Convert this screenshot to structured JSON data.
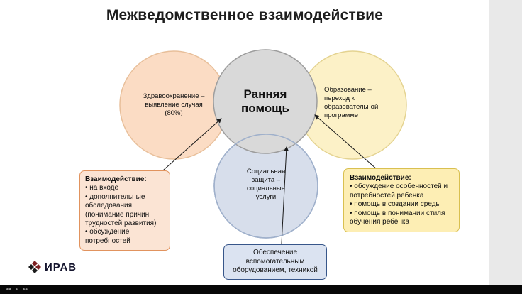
{
  "slide": {
    "title": "Межведомственное взаимодействие",
    "circles": {
      "health": {
        "label": "Здравоохранение – выявление случая (80%)"
      },
      "early_help": {
        "label": "Ранняя помощь"
      },
      "education": {
        "label": "Образование – переход к образовательной программе"
      },
      "social": {
        "label": "Социальная защита – социальные услуги"
      }
    },
    "callout_left": {
      "heading": "Взаимодействие:",
      "items": [
        "• на входе",
        "• дополнительные обследования (понимание причин трудностей развития)",
        "• обсуждение потребностей"
      ]
    },
    "callout_right": {
      "heading": "Взаимодействие:",
      "items": [
        "• обсуждение особенностей и потребностей ребенка",
        "• помощь в создании среды",
        "• помощь в понимании стиля обучения ребенка"
      ]
    },
    "equipment_box": {
      "text": "Обеспечение вспомогательным оборудованием, техникой"
    },
    "logo": {
      "text": "ИРАВ"
    }
  },
  "player": {
    "controls": [
      {
        "name": "rewind",
        "glyph": "◂◂"
      },
      {
        "name": "play",
        "glyph": "▸"
      },
      {
        "name": "forward",
        "glyph": "▸▸"
      }
    ]
  },
  "colors": {
    "health_fill": "#fbdcc4",
    "health_stroke": "#e8bf9a",
    "early_fill": "#d9d9d9",
    "early_stroke": "#9d9d9d",
    "education_fill": "#fcf1c7",
    "education_stroke": "#e4d391",
    "social_fill": "#d7deeb",
    "social_stroke": "#9fb0cb",
    "callout_left_fill": "#fbe4d4",
    "callout_left_stroke": "#e1935e",
    "callout_right_fill": "#fdeeb4",
    "callout_right_stroke": "#d9c050",
    "equipment_fill": "#dbe3f1",
    "equipment_stroke": "#37568a",
    "arrow": "#1a1a1a",
    "logo_red": "#7d2022",
    "logo_dark": "#1b1b1b"
  }
}
